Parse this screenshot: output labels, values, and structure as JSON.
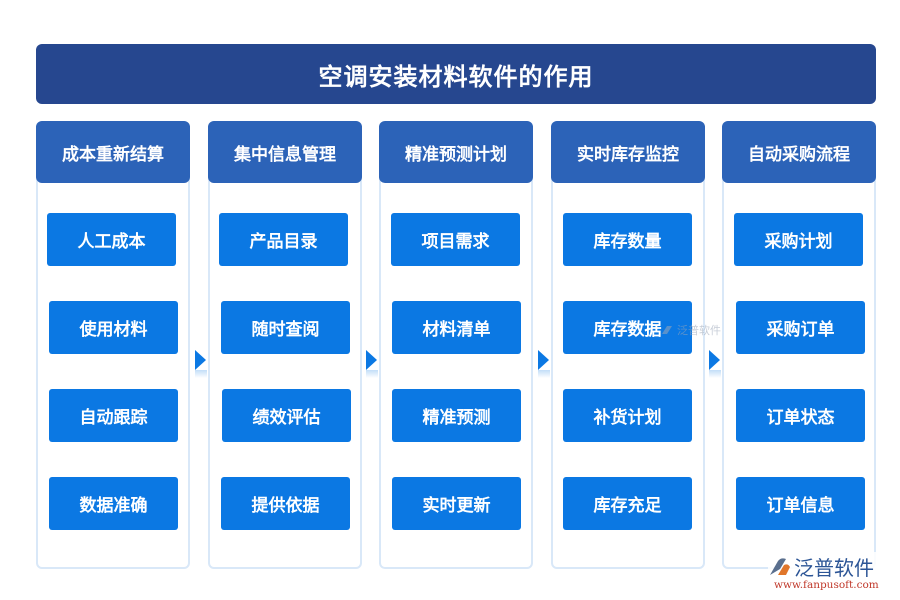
{
  "title": "空调安装材料软件的作用",
  "colors": {
    "title_bg": "#26478f",
    "header_bg": "#2c63b8",
    "item_bg": "#0b78e3",
    "column_border": "#d9e8f8",
    "arrow": "#0b78e3"
  },
  "columns": [
    {
      "header": "成本重新结算",
      "items": [
        "人工成本",
        "使用材料",
        "自动跟踪",
        "数据准确"
      ]
    },
    {
      "header": "集中信息管理",
      "items": [
        "产品目录",
        "随时查阅",
        "绩效评估",
        "提供依据"
      ]
    },
    {
      "header": "精准预测计划",
      "items": [
        "项目需求",
        "材料清单",
        "精准预测",
        "实时更新"
      ]
    },
    {
      "header": "实时库存监控",
      "items": [
        "库存数量",
        "库存数据",
        "补货计划",
        "库存充足"
      ]
    },
    {
      "header": "自动采购流程",
      "items": [
        "采购计划",
        "采购订单",
        "订单状态",
        "订单信息"
      ]
    }
  ],
  "watermark": {
    "center_text": "泛普软件",
    "logo_name": "泛普软件",
    "logo_url": "www.fanpusoft.com"
  }
}
